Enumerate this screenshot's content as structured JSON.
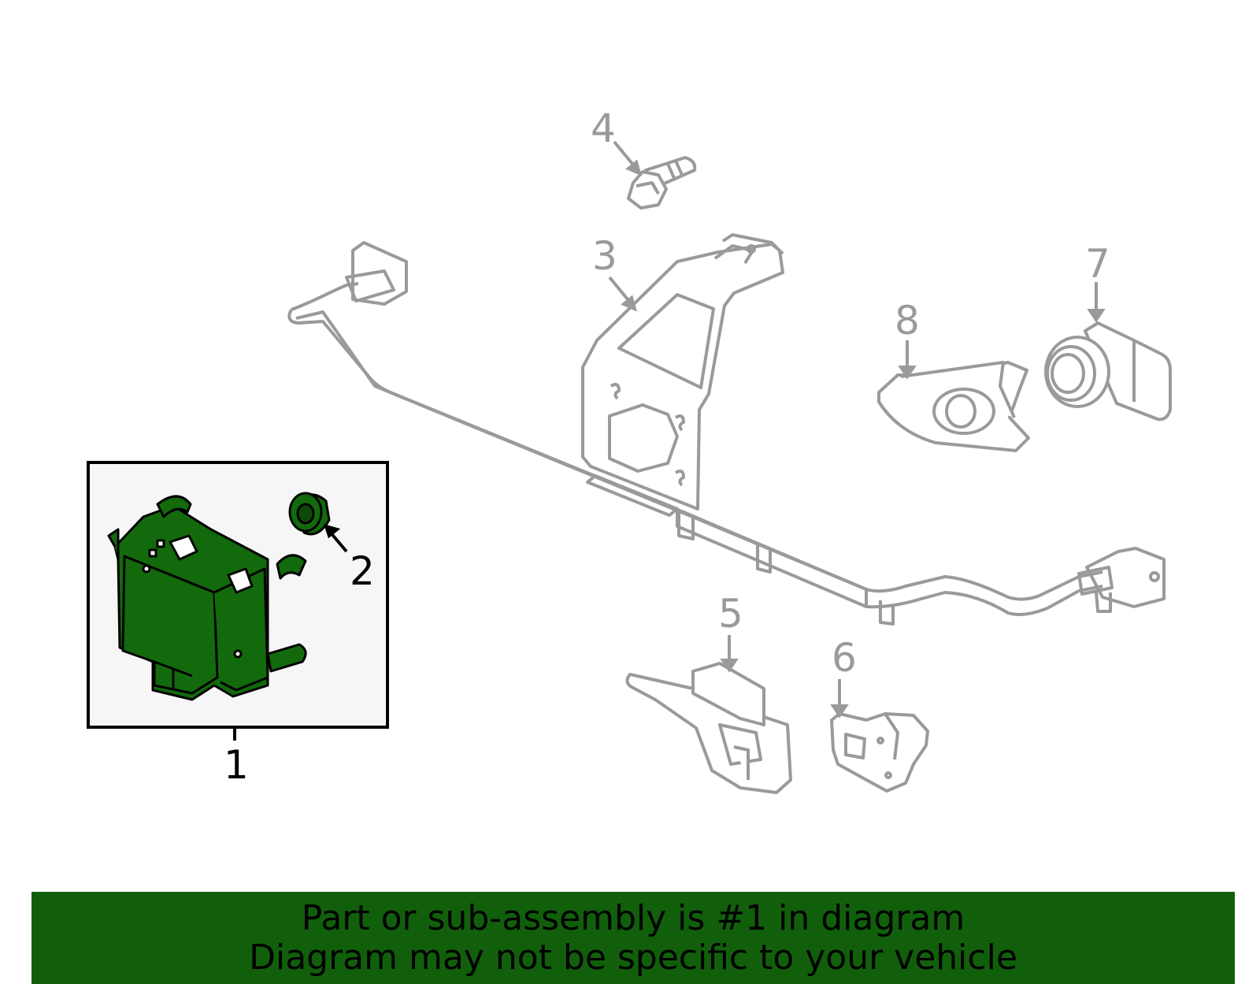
{
  "callouts": {
    "c1": "1",
    "c2": "2",
    "c3": "3",
    "c4": "4",
    "c5": "5",
    "c6": "6",
    "c7": "7",
    "c8": "8"
  },
  "banner": {
    "line1": "Part or sub-assembly is #1 in diagram",
    "line2": "Diagram may not be specific to your vehicle"
  },
  "colors": {
    "highlight_part": "#136a0c",
    "inactive_part": "#9a9a9a",
    "banner_bg": "#115f0b",
    "callout_box_bg": "#f6f6f6"
  }
}
